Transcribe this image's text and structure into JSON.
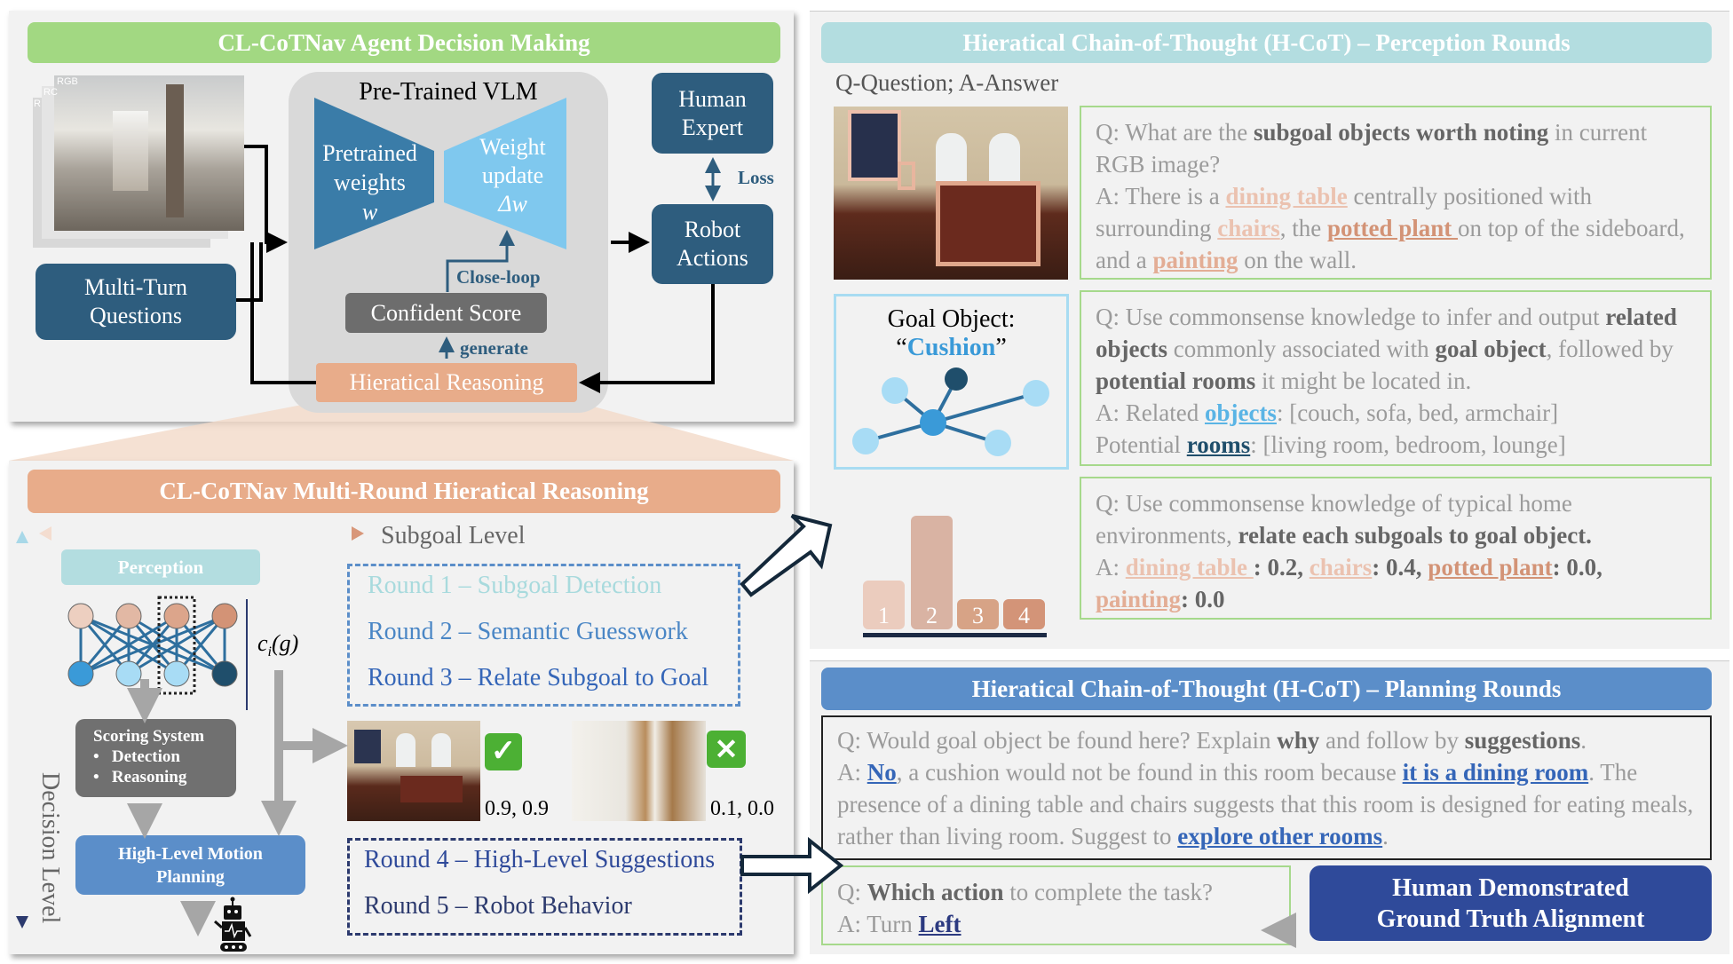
{
  "top_left": {
    "title": "CL-CoTNav Agent Decision Making",
    "rgb_labels": [
      "RGB",
      "RC",
      "R"
    ],
    "multi_turn": "Multi-Turn Questions",
    "vlm_title": "Pre-Trained VLM",
    "pretrained": [
      "Pretrained",
      "weights",
      "w"
    ],
    "weight_update": [
      "Weight",
      "update",
      "Δw"
    ],
    "close_loop": "Close-loop",
    "confident_score": "Confident Score",
    "generate": "generate",
    "hieratical_reasoning": "Hieratical Reasoning",
    "human_expert": "Human Expert",
    "loss": "Loss",
    "robot_actions": "Robot Actions"
  },
  "bottom_left": {
    "title": "CL-CoTNav Multi-Round Hieratical Reasoning",
    "subgoal_level": "Subgoal Level",
    "decision_level": "Decision Level",
    "perception": "Perception",
    "ci_g": "c",
    "ci_sub": "i",
    "ci_arg": "(g)",
    "scoring": {
      "title": "Scoring System",
      "items": [
        "Detection",
        "Reasoning"
      ]
    },
    "high_level": "High-Level Motion Planning",
    "rounds_a": [
      "Round 1 – Subgoal Detection",
      "Round 2 – Semantic Guesswork",
      "Round 3 – Relate Subgoal to Goal"
    ],
    "rounds_b": [
      "Round 4 – High-Level Suggestions",
      "Round 5 – Robot Behavior"
    ],
    "score_good": "0.9, 0.9",
    "score_bad": "0.1, 0.0",
    "check_glyph": "✓",
    "cross_glyph": "✕"
  },
  "perception_rounds": {
    "title": "Hieratical Chain-of-Thought (H-CoT) – Perception Rounds",
    "legend": "Q-Question; A-Answer",
    "goal_label": "Goal Object:",
    "goal_name": "Cushion",
    "goal_open_quote": "“",
    "goal_close_quote": "”",
    "bar_labels": [
      "1",
      "2",
      "3",
      "4"
    ],
    "qa1": [
      {
        "t": "Q: What are the ",
        "s": ""
      },
      {
        "t": "subgoal objects worth noting",
        "s": "b"
      },
      {
        "t": " in current RGB image?",
        "s": ""
      },
      {
        "t": "\nA: There is a ",
        "s": ""
      },
      {
        "t": "dining table",
        "s": "u1"
      },
      {
        "t": " centrally positioned with surrounding ",
        "s": ""
      },
      {
        "t": "chairs",
        "s": "u1"
      },
      {
        "t": ", the ",
        "s": ""
      },
      {
        "t": "potted plant ",
        "s": "u2"
      },
      {
        "t": "on top of the sideboard, and a ",
        "s": ""
      },
      {
        "t": "painting",
        "s": "u3"
      },
      {
        "t": " on the wall.",
        "s": ""
      }
    ],
    "qa2": [
      {
        "t": "Q: Use commonsense knowledge to infer and output ",
        "s": ""
      },
      {
        "t": "related objects",
        "s": "b"
      },
      {
        "t": " commonly associated with ",
        "s": ""
      },
      {
        "t": "goal object",
        "s": "b"
      },
      {
        "t": ", followed by ",
        "s": ""
      },
      {
        "t": "potential rooms",
        "s": "b"
      },
      {
        "t": " it might be located in.",
        "s": ""
      },
      {
        "t": "\nA: Related ",
        "s": ""
      },
      {
        "t": "objects",
        "s": "uo"
      },
      {
        "t": ": [couch, sofa, bed, armchair]",
        "s": ""
      },
      {
        "t": "\nPotential ",
        "s": ""
      },
      {
        "t": "rooms",
        "s": "ur"
      },
      {
        "t": ": [living room, bedroom, lounge]",
        "s": ""
      }
    ],
    "qa3": [
      {
        "t": "Q: Use commonsense knowledge of typical home environments, ",
        "s": ""
      },
      {
        "t": "relate each subgoals to goal object.",
        "s": "b"
      },
      {
        "t": "\nA: ",
        "s": ""
      },
      {
        "t": "dining table ",
        "s": "u1"
      },
      {
        "t": ": 0.2, ",
        "s": "b"
      },
      {
        "t": "chairs",
        "s": "u1"
      },
      {
        "t": ": 0.4, ",
        "s": "b"
      },
      {
        "t": "potted plant",
        "s": "u2"
      },
      {
        "t": ": 0.0, ",
        "s": "b"
      },
      {
        "t": "painting",
        "s": "u3"
      },
      {
        "t": ": 0.0",
        "s": "b"
      }
    ]
  },
  "planning_rounds": {
    "title": "Hieratical Chain-of-Thought (H-CoT) – Planning Rounds",
    "qa4": [
      {
        "t": "Q: Would goal object be found here? Explain ",
        "s": ""
      },
      {
        "t": "why",
        "s": "b"
      },
      {
        "t": " and follow by ",
        "s": ""
      },
      {
        "t": "suggestions",
        "s": "b"
      },
      {
        "t": ".",
        "s": ""
      },
      {
        "t": "\nA: ",
        "s": ""
      },
      {
        "t": "No",
        "s": "ub"
      },
      {
        "t": ", a cushion would not be found in this room because ",
        "s": ""
      },
      {
        "t": "it is a dining room",
        "s": "ub"
      },
      {
        "t": ". The presence of a dining table and chairs suggests that this room is designed for eating meals, rather than living room.  Suggest to ",
        "s": ""
      },
      {
        "t": "explore other rooms",
        "s": "ub"
      },
      {
        "t": ".",
        "s": ""
      }
    ],
    "qa5": [
      {
        "t": "Q: ",
        "s": ""
      },
      {
        "t": "Which action",
        "s": "b"
      },
      {
        "t": " to complete the task?",
        "s": ""
      },
      {
        "t": "\nA: Turn ",
        "s": ""
      },
      {
        "t": "Left",
        "s": "un"
      }
    ],
    "human_demo": "Human Demonstrated Ground Truth Alignment"
  }
}
